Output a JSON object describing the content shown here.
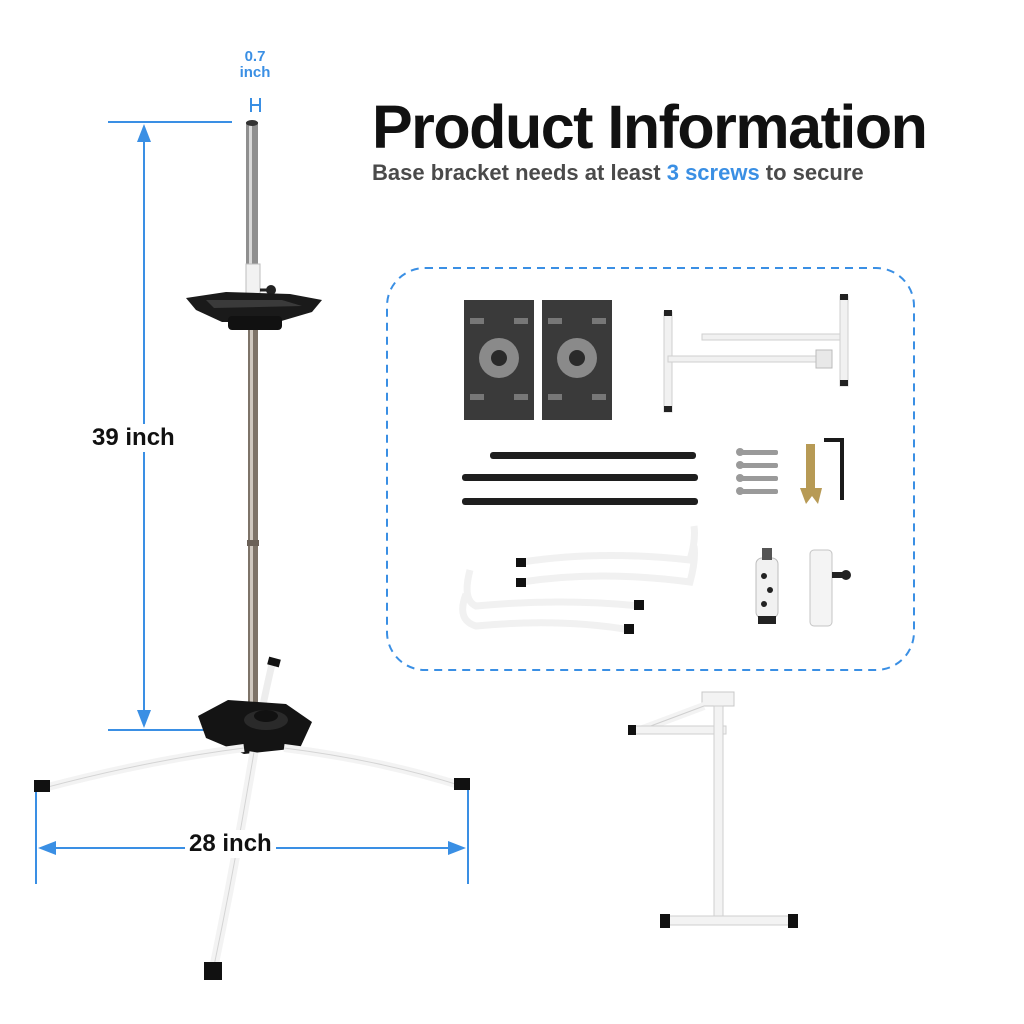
{
  "header": {
    "title": "Product Information",
    "subtitle_prefix": "Base bracket needs at least ",
    "subtitle_highlight": "3 screws",
    "subtitle_suffix": " to secure"
  },
  "dimensions": {
    "pole_diameter_value": "0.7",
    "pole_diameter_unit": "inch",
    "height": "39 inch",
    "width": "28 inch"
  },
  "colors": {
    "accent": "#3a8fe4",
    "text": "#111111",
    "subtext": "#4a4a4a"
  }
}
